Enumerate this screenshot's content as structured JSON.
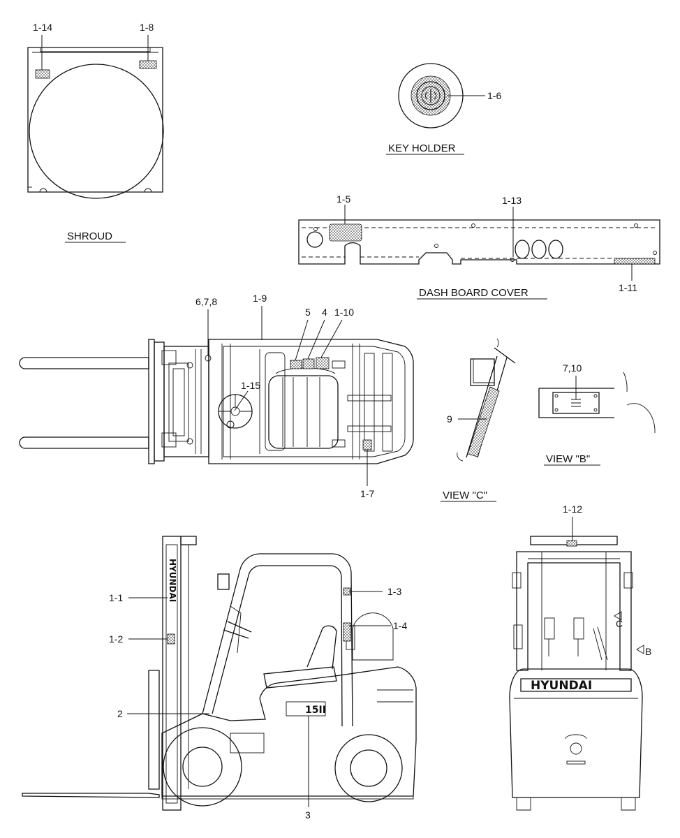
{
  "titles": {
    "shroud": "SHROUD",
    "key_holder": "KEY HOLDER",
    "dash_board_cover": "DASH BOARD COVER",
    "view_b": "VIEW \"B\"",
    "view_c": "VIEW \"C\""
  },
  "callouts": {
    "c1_14": "1-14",
    "c1_8": "1-8",
    "c1_6": "1-6",
    "c1_5": "1-5",
    "c1_13": "1-13",
    "c1_11": "1-11",
    "c6_7_8": "6,7,8",
    "c1_9": "1-9",
    "c5": "5",
    "c4": "4",
    "c1_10": "1-10",
    "c1_15": "1-15",
    "c1_7": "1-7",
    "c9": "9",
    "c7_10": "7,10",
    "c1_12": "1-12",
    "c1_1": "1-1",
    "c1_2": "1-2",
    "c1_3": "1-3",
    "c1_4": "1-4",
    "c2": "2",
    "c3": "3"
  },
  "markings": {
    "brand_rear": "HYUNDAI",
    "brand_mast": "HYUNDAI",
    "model_badge": "15II",
    "arrow_c": "C",
    "arrow_b": "B"
  }
}
